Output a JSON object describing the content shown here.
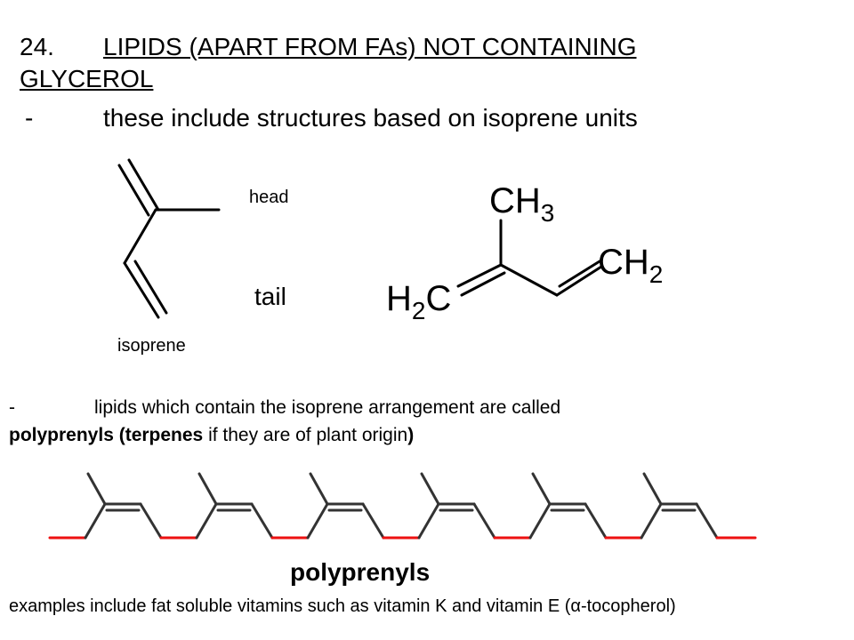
{
  "heading": {
    "number": "24.",
    "line1": "LIPIDS (APART FROM FAs) NOT CONTAINING",
    "line2": "GLYCEROL",
    "bullet": "-",
    "line3": "these include structures based on isoprene units"
  },
  "isoprene_diagram": {
    "head_label": "head",
    "tail_label": "tail",
    "name_label": "isoprene"
  },
  "formula": {
    "ch3_main": "CH",
    "ch3_sub": "3",
    "ch2_main": "CH",
    "ch2_sub": "2",
    "h2c_h": "H",
    "h2c_sub": "2",
    "h2c_c": "C"
  },
  "paragraph": {
    "bullet": "-",
    "line1": "lipids which contain the isoprene arrangement are called",
    "bold1": "polyprenyls (terpenes",
    "plain": " if they are of plant origin",
    "bold2": ")"
  },
  "chain": {
    "label": "polyprenyls",
    "colors": {
      "bond": "#333333",
      "linker": "#ee1111"
    }
  },
  "footer": {
    "text": "examples include fat soluble vitamins such as vitamin K and vitamin E (α-tocopherol)"
  }
}
